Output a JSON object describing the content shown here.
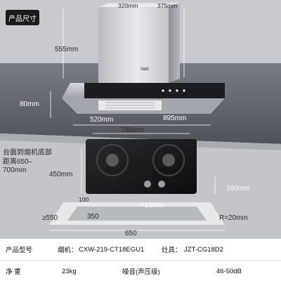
{
  "badge": "产品尺寸",
  "brand": "Vatti",
  "dimensions": {
    "width_top": "320mm",
    "depth_top": "375mm",
    "height_chimney": "555mm",
    "hood_depth": "520mm",
    "hood_width": "895mm",
    "hood_height": "80mm",
    "counter_label": "台面到烟机底部\n距离650–700mm",
    "stove_width": "780mm",
    "stove_depth": "450mm",
    "stove_height": "160mm",
    "cutout_front": "100",
    "cutout_min": "≥550",
    "cutout_depth": "350",
    "cutout_gap": ">16mm",
    "cutout_radius": "R=20mm",
    "cutout_width": "650"
  },
  "spec_table": {
    "row1": {
      "label": "产品型号",
      "hood_prefix": "烟机：",
      "hood_model": "CXW-219-CT18EGU1",
      "stove_prefix": "灶具：",
      "stove_model": "JZT-CG18D2"
    },
    "row2": {
      "label": "净    重",
      "weight": "23kg",
      "noise_label": "噪音(声压级)",
      "noise_value": "46-50dB"
    }
  }
}
